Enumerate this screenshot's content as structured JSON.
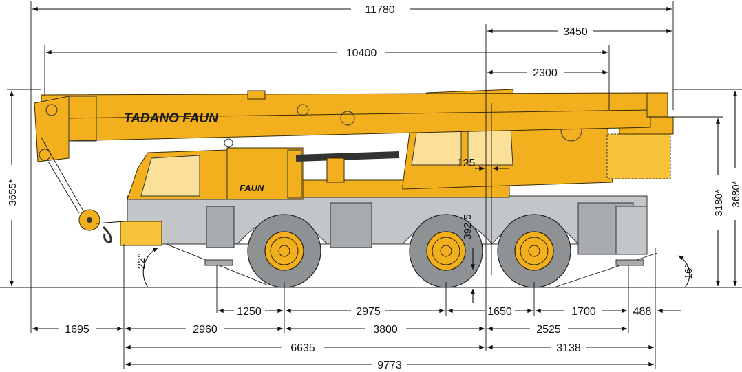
{
  "brand": {
    "boom_text": "TADANO FAUN",
    "cab_text": "FAUN"
  },
  "dimensions": {
    "overall_length": "11780",
    "boom_length": "10400",
    "rear_overhang_top": "3450",
    "rear_overhang_boom": "2300",
    "offset_125": "125",
    "height_392_5": "392.5",
    "height_left": "3655*",
    "height_right_3180": "3180*",
    "height_right_3680": "3680*",
    "angle_front": "22°",
    "angle_rear": "16°",
    "d_1250": "1250",
    "d_2975": "2975",
    "d_1650": "1650",
    "d_1700": "1700",
    "d_488": "488",
    "d_1695": "1695",
    "d_2960": "2960",
    "d_3800": "3800",
    "d_2525": "2525",
    "d_6635": "6635",
    "d_3138": "3138",
    "d_9773": "9773"
  },
  "colors": {
    "body_yellow": "#f2b01e",
    "chassis_grey": "#c3c6c8",
    "tyre_grey": "#8f9294"
  }
}
